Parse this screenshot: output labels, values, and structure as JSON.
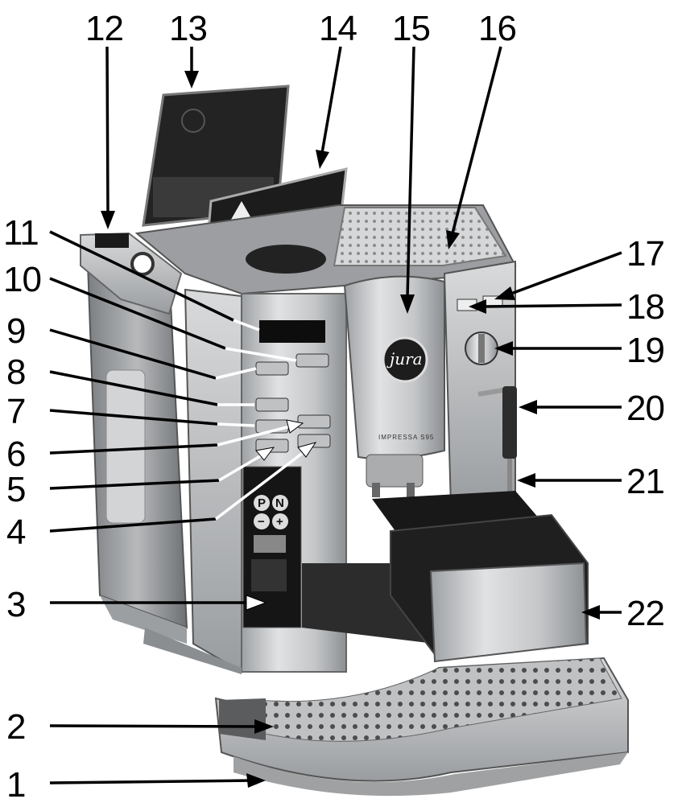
{
  "labels": [
    "1",
    "2",
    "3",
    "4",
    "5",
    "6",
    "7",
    "8",
    "9",
    "10",
    "11",
    "12",
    "13",
    "14",
    "15",
    "16",
    "17",
    "18",
    "19",
    "20",
    "21",
    "22"
  ],
  "machine": {
    "brand": "jura",
    "model": "IMPRESSA S95",
    "panel_buttons": [
      "P",
      "N",
      "−",
      "+"
    ]
  },
  "colors": {
    "body_silver": "#c9cbcd",
    "dark_grey": "#3a3a3a",
    "black": "#111111",
    "brand_badge": "#1d1d1d"
  }
}
